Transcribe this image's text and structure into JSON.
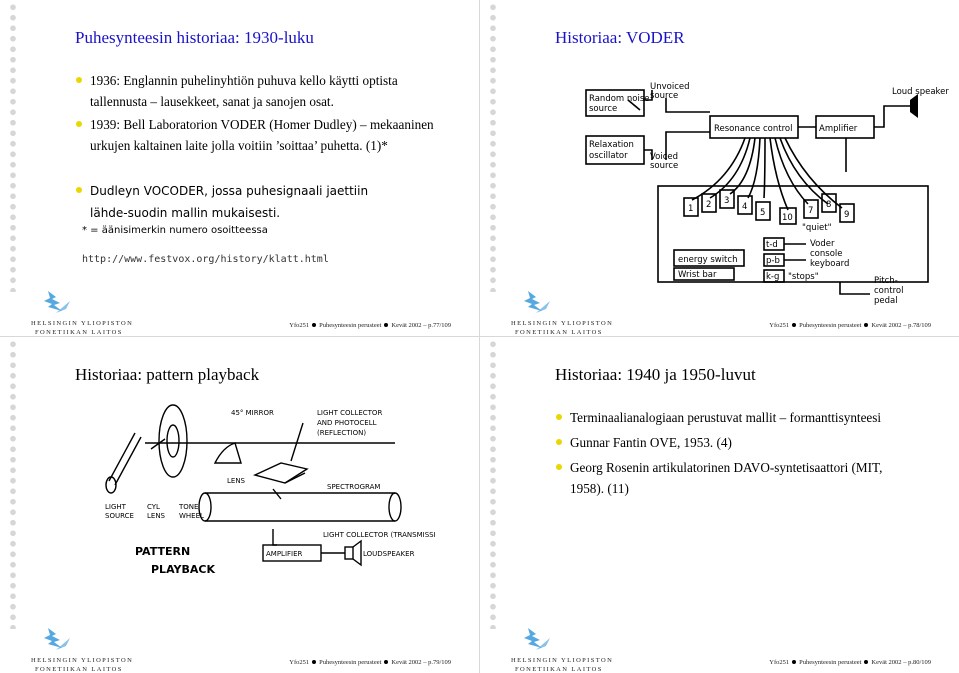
{
  "footer_common": {
    "univ_line1": "Helsingin yliopiston",
    "univ_line2": "fonetiikan laitos",
    "course": "Yfo251",
    "topic": "Puhesynteesin perusteet",
    "term": "Kevät 2002"
  },
  "slide1": {
    "title": "Puhesynteesin historiaa: 1930-luku",
    "bullets": [
      "1936: Englannin puhelinyhtiön puhuva kello käytti optista tallennusta – lausekkeet, sanat ja sanojen osat.",
      "1939: Bell Laboratorion VODER (Homer Dudley) – mekaaninen urkujen kaltainen laite jolla voitiin ’soittaa’ puhetta. (1)*"
    ],
    "bullet3_part1": "Dudleyn VOCODER, jossa puhesignaali jaettiin",
    "bullet3_part2": "lähde-suodin mallin mukaisesti.",
    "footnote": "* = äänisimerkin numero osoitteessa",
    "url": "http://www.festvox.org/history/klatt.html",
    "page": "p.77/109"
  },
  "slide2": {
    "title": "Historiaa: VODER",
    "page": "p.78/109",
    "diagram": {
      "random_noise": [
        "Random noise",
        "source"
      ],
      "unvoiced": [
        "Unvoiced",
        "source"
      ],
      "relaxation": [
        "Relaxation",
        "oscillator"
      ],
      "voiced": [
        "Voiced",
        "source"
      ],
      "resonance": "Resonance control",
      "amplifier": "Amplifier",
      "loudspeaker": "Loud speaker",
      "keys": [
        "1",
        "2",
        "3",
        "4",
        "5",
        "10",
        "7",
        "8",
        "9"
      ],
      "quiet": "\"quiet\"",
      "energy": "energy switch",
      "wrist": "Wrist bar",
      "stops_keys": [
        "t-d",
        "p-b",
        "k-g"
      ],
      "stops": "\"stops\"",
      "voder_kb": [
        "Voder",
        "console",
        "keyboard"
      ],
      "pitch": [
        "Pitch-",
        "control",
        "pedal"
      ]
    }
  },
  "slide3": {
    "title": "Historiaa: pattern playback",
    "page": "p.79/109",
    "diagram": {
      "mirror": "45° MIRROR",
      "collector": [
        "LIGHT COLLECTOR",
        "AND PHOTOCELL",
        "(REFLECTION)"
      ],
      "lens": "LENS",
      "spectrogram": "SPECTROGRAM",
      "light_source": [
        "LIGHT",
        "SOURCE"
      ],
      "cyl_lens": [
        "CYL",
        "LENS"
      ],
      "tone_wheel": [
        "TONE",
        "WHEEL"
      ],
      "collector_trans": "LIGHT COLLECTOR (TRANSMISSION)",
      "amplifier": "AMPLIFIER",
      "loudspeaker": "LOUDSPEAKER",
      "big": [
        "PATTERN",
        "PLAYBACK"
      ]
    }
  },
  "slide4": {
    "title": "Historiaa: 1940 ja 1950-luvut",
    "page": "p.80/109",
    "bullets": [
      "Terminaalianalogiaan perustuvat mallit – formanttisynteesi",
      "Gunnar Fantin OVE, 1953. (4)",
      "Georg Rosenin artikulatorinen DAVO-syntetisaattori (MIT, 1958). (11)"
    ]
  },
  "colors": {
    "title_blue": "#1a12c8",
    "bullet_yellow": "#e8d800",
    "logo_blue": "#55a8e0"
  },
  "icons": [
    "university-logo-icon",
    "bullet-dot-icon",
    "footer-separator-dot-icon"
  ]
}
